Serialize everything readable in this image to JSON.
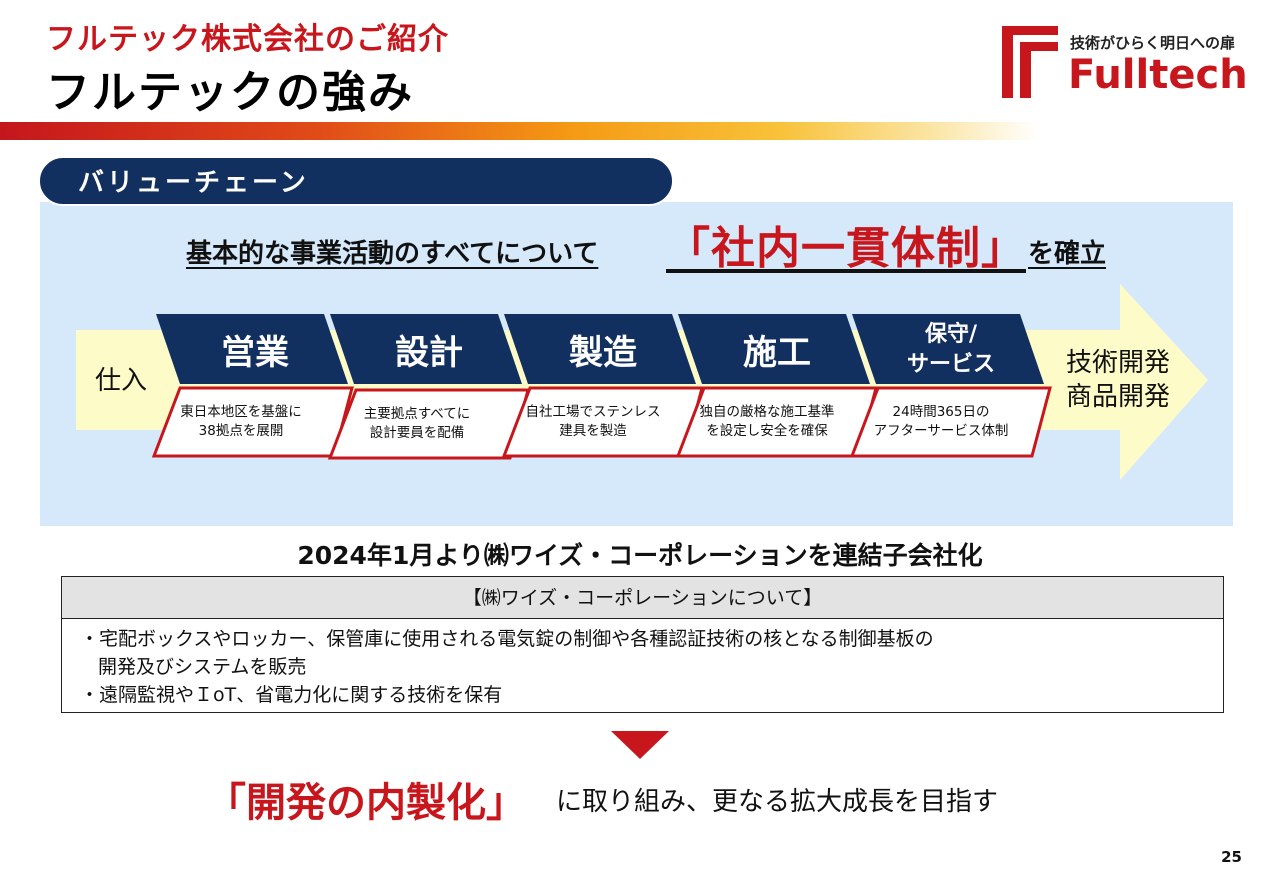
{
  "header": {
    "subtitle": "フルテック株式会社のご紹介",
    "title": "フルテックの強み"
  },
  "logo": {
    "tagline": "技術がひらく明日への扉",
    "name": "Fulltech"
  },
  "value_chain": {
    "tab_label": "バリューチェーン",
    "headline": {
      "before": "基本的な事業活動のすべてについて",
      "emphasis": "「社内一貫体制」",
      "after": "を確立"
    },
    "start_label": "仕入",
    "end_label": [
      "技術開発",
      "商品開発"
    ],
    "stages": [
      {
        "label": "営業",
        "desc": [
          "東日本地区を基盤に",
          "38拠点を展開"
        ]
      },
      {
        "label": "設計",
        "desc": [
          "主要拠点すべてに",
          "設計要員を配備"
        ]
      },
      {
        "label": "製造",
        "desc": [
          "自社工場でステンレス",
          "建具を製造"
        ]
      },
      {
        "label": "施工",
        "desc": [
          "独自の厳格な施工基準",
          "を設定し安全を確保"
        ]
      },
      {
        "label": [
          "保守/",
          "サービス"
        ],
        "desc": [
          "24時間365日の",
          "アフターサービス体制"
        ]
      }
    ]
  },
  "acquisition": {
    "heading": "2024年1月より㈱ワイズ・コーポレーションを連結子会社化",
    "box_title": "【㈱ワイズ・コーポレーションについて】",
    "bullets": [
      {
        "line1": "・宅配ボックスやロッカー、保管庫に使用される電気錠の制御や各種認証技術の核となる制御基板の",
        "line2": "開発及びシステムを販売"
      },
      {
        "line1": "・遠隔監視やＩoT、省電力化に関する技術を保有"
      }
    ]
  },
  "conclusion": {
    "emphasis": "「開発の内製化」",
    "rest": "に取り組み、更なる拡大成長を目指す"
  },
  "page_number": "25",
  "colors": {
    "brand_red": "#c8161d",
    "navy": "#12305f",
    "panel_blue": "#d6e9fb",
    "arrow_yellow": "#fdfbc8"
  }
}
